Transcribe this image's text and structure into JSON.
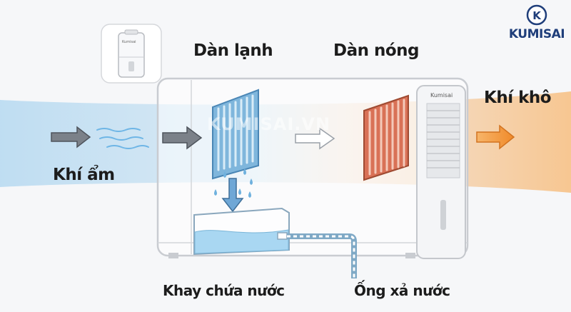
{
  "brand": {
    "name": "KUMISAI",
    "logo_letter": "K"
  },
  "watermark": "KUMISAI.VN",
  "labels": {
    "humid_air": "Khí ẩm",
    "evaporator": "Dàn lạnh",
    "condenser": "Dàn nóng",
    "dry_air": "Khí khô",
    "water_tank": "Khay chứa nước",
    "drain_pipe": "Ống xả nước"
  },
  "product": {
    "thumbnail_brand": "Kumisai",
    "unit_brand": "Kumisai"
  },
  "colors": {
    "humid_flow": "#bcdcf2",
    "dry_flow": "#f7c48c",
    "evaporator": "#7fb6dc",
    "condenser": "#d97156",
    "water": "#a9d7f2",
    "brand": "#1f3e7a"
  }
}
